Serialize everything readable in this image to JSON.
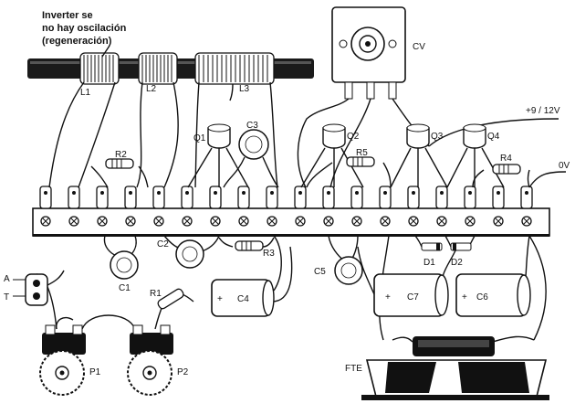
{
  "note": {
    "line1": "Inverter se",
    "line2": "no hay oscilación",
    "line3": "(regeneración)"
  },
  "coils": {
    "l1": "L1",
    "l2": "L2",
    "l3": "L3"
  },
  "capacitor_variable": "CV",
  "supply": "+9 / 12V",
  "ground": "0V",
  "transistors": {
    "q1": "Q1",
    "q2": "Q2",
    "q3": "Q3",
    "q4": "Q4"
  },
  "resistors": {
    "r1": "R1",
    "r2": "R2",
    "r3": "R3",
    "r4": "R4",
    "r5": "R5"
  },
  "capacitors": {
    "c1": "C1",
    "c2": "C2",
    "c3": "C3",
    "c4": "C4",
    "c5": "C5",
    "c6": "C6",
    "c7": "C7"
  },
  "diodes": {
    "d1": "D1",
    "d2": "D2"
  },
  "antenna": {
    "a": "A",
    "t": "T"
  },
  "pots": {
    "p1": "P1",
    "p2": "P2"
  },
  "speaker": "FTE",
  "polarity": {
    "plus": "+"
  }
}
